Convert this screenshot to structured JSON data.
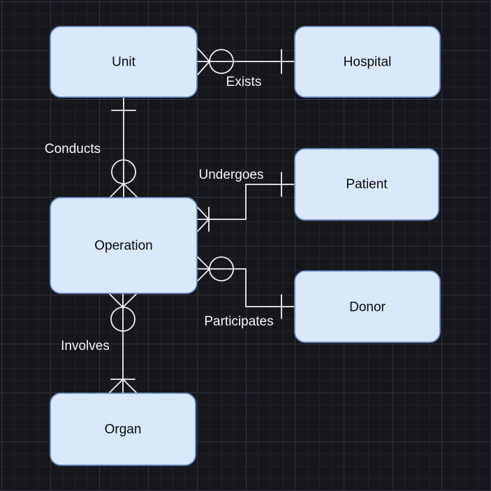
{
  "diagram": {
    "type": "entity-relationship",
    "notation": "crows-foot",
    "entities": [
      {
        "label": "Unit"
      },
      {
        "label": "Hospital"
      },
      {
        "label": "Patient"
      },
      {
        "label": "Operation"
      },
      {
        "label": "Donor"
      },
      {
        "label": "Organ"
      }
    ],
    "relationships": [
      {
        "label": "Exists",
        "from": "Unit",
        "to": "Hospital",
        "from_cardinality": "zero-or-many",
        "to_cardinality": "one"
      },
      {
        "label": "Conducts",
        "from": "Unit",
        "to": "Operation",
        "from_cardinality": "one",
        "to_cardinality": "zero-or-many"
      },
      {
        "label": "Undergoes",
        "from": "Operation",
        "to": "Patient",
        "from_cardinality": "one-or-many",
        "to_cardinality": "one"
      },
      {
        "label": "Participates",
        "from": "Operation",
        "to": "Donor",
        "from_cardinality": "zero-or-many",
        "to_cardinality": "one"
      },
      {
        "label": "Involves",
        "from": "Operation",
        "to": "Organ",
        "from_cardinality": "zero-or-many",
        "to_cardinality": "one-or-many"
      }
    ],
    "colors": {
      "canvas_background": "#16161d",
      "grid_minor": "#212129",
      "grid_major": "#31313b",
      "entity_fill": "#dae8fc",
      "entity_stroke": "#6c8ebf",
      "entity_text": "#0a0a0a",
      "connector": "#f2f2f2",
      "relationship_text": "#f5f5f5"
    }
  }
}
